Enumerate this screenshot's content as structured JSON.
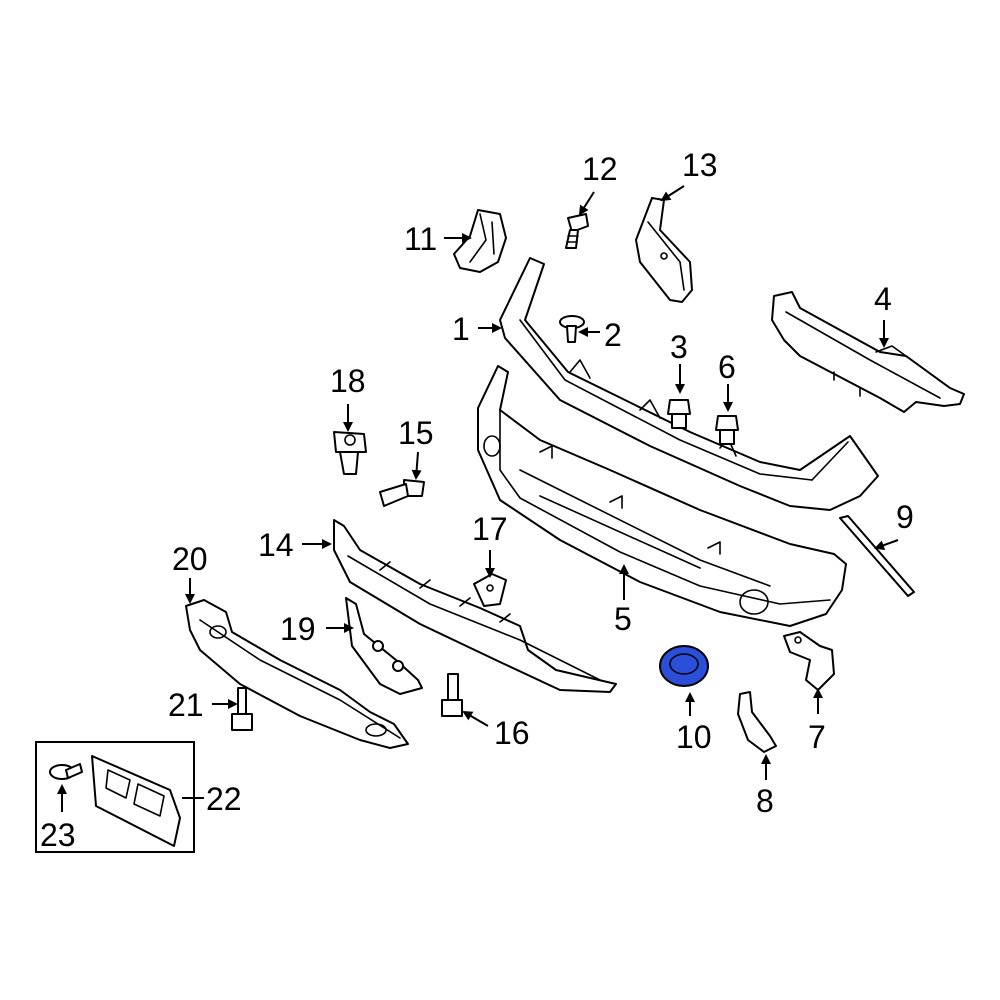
{
  "callouts": {
    "c1": "1",
    "c2": "2",
    "c3": "3",
    "c4": "4",
    "c5": "5",
    "c6": "6",
    "c7": "7",
    "c8": "8",
    "c9": "9",
    "c10": "10",
    "c11": "11",
    "c12": "12",
    "c13": "13",
    "c14": "14",
    "c15": "15",
    "c16": "16",
    "c17": "17",
    "c18": "18",
    "c19": "19",
    "c20": "20",
    "c21": "21",
    "c22": "22",
    "c23": "23"
  },
  "colors": {
    "highlight": "#2b4fd8",
    "line": "#000000",
    "background": "#ffffff"
  },
  "highlighted_part": "10"
}
